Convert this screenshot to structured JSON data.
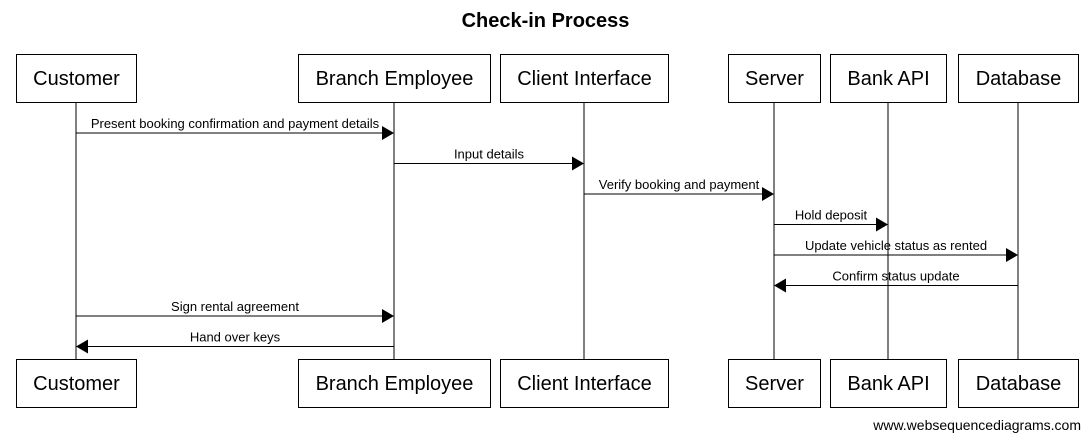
{
  "title": "Check-in Process",
  "footer": "www.websequencediagrams.com",
  "participants": [
    {
      "id": "customer",
      "label": "Customer"
    },
    {
      "id": "branch",
      "label": "Branch Employee"
    },
    {
      "id": "client",
      "label": "Client Interface"
    },
    {
      "id": "server",
      "label": "Server"
    },
    {
      "id": "bank",
      "label": "Bank API"
    },
    {
      "id": "db",
      "label": "Database"
    }
  ],
  "messages": [
    {
      "from": "customer",
      "to": "branch",
      "label": "Present booking confirmation and payment details"
    },
    {
      "from": "branch",
      "to": "client",
      "label": "Input details"
    },
    {
      "from": "client",
      "to": "server",
      "label": "Verify booking and payment"
    },
    {
      "from": "server",
      "to": "bank",
      "label": "Hold deposit"
    },
    {
      "from": "server",
      "to": "db",
      "label": "Update vehicle status as rented"
    },
    {
      "from": "db",
      "to": "server",
      "label": "Confirm status update"
    },
    {
      "from": "customer",
      "to": "branch",
      "label": "Sign rental agreement"
    },
    {
      "from": "branch",
      "to": "customer",
      "label": "Hand over keys"
    }
  ]
}
